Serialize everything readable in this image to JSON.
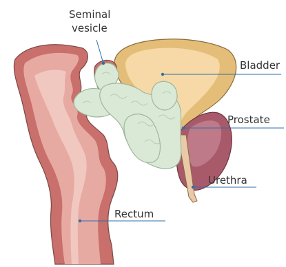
{
  "labels": {
    "seminal_vesicle_line1": "Seminal",
    "seminal_vesicle_line2": "vesicle",
    "bladder": "Bladder",
    "prostate": "Prostate",
    "urethra": "Urethra",
    "rectum": "Rectum"
  },
  "colors": {
    "rectum_outer": "#c96f6c",
    "rectum_inner": "#e7aaa3",
    "rectum_highlight": "#f4d1c8",
    "bladder_wall": "#e4bd78",
    "bladder_inner": "#f6d9a6",
    "prostate": "#a95a6a",
    "tumor": "#d9e9d6",
    "tumor_edge": "#9fb79b",
    "leader_line": "#2d6fa8",
    "outline": "#7a4a45"
  }
}
